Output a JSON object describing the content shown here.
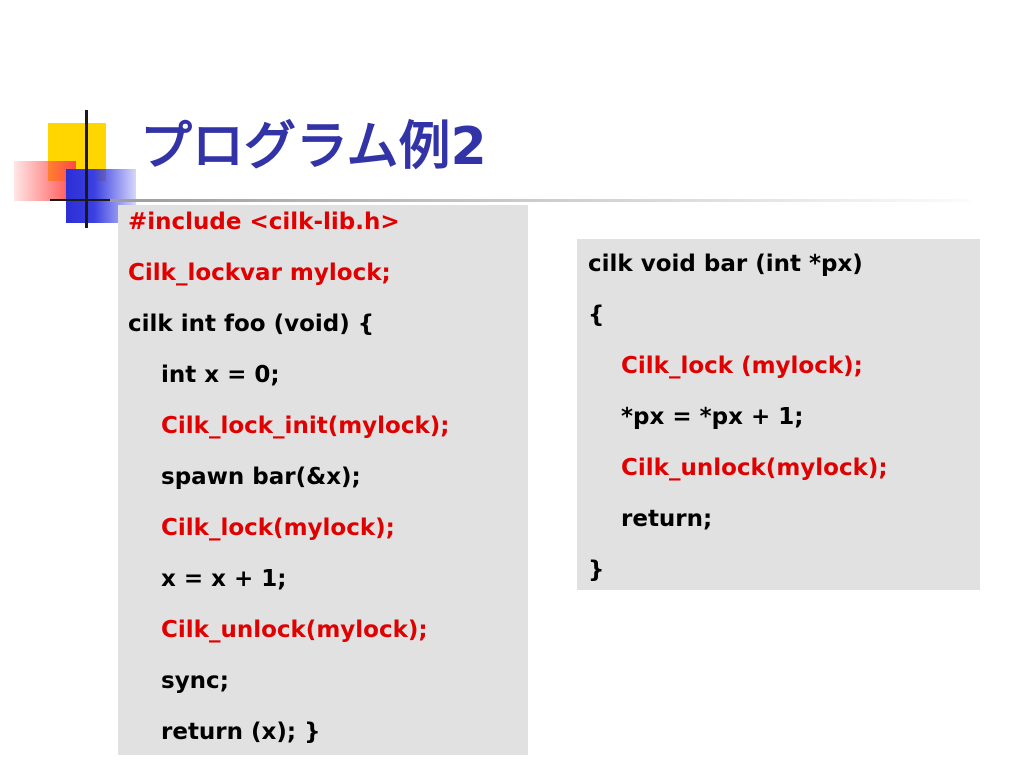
{
  "title": "プログラム例2",
  "colors": {
    "title": "#3333a8",
    "highlight": "#e00000",
    "code": "#000000",
    "code_background": "#e1e1e1",
    "deco_yellow": "#ffd600",
    "deco_red": "#ff4a4a",
    "deco_blue": "#2b2fd6"
  },
  "left_code": [
    {
      "text": "#include <cilk-lib.h>",
      "color": "red",
      "indent": 0
    },
    {
      "text": "Cilk_lockvar mylock;",
      "color": "red",
      "indent": 0
    },
    {
      "text": "cilk int foo (void) {",
      "color": "black",
      "indent": 0
    },
    {
      "text": "int x = 0;",
      "color": "black",
      "indent": 1
    },
    {
      "text": "Cilk_lock_init(mylock);",
      "color": "red",
      "indent": 1
    },
    {
      "text": "spawn bar(&x);",
      "color": "black",
      "indent": 1
    },
    {
      "text": "Cilk_lock(mylock);",
      "color": "red",
      "indent": 1
    },
    {
      "text": "x = x + 1;",
      "color": "black",
      "indent": 1
    },
    {
      "text": "Cilk_unlock(mylock);",
      "color": "red",
      "indent": 1
    },
    {
      "text": "sync;",
      "color": "black",
      "indent": 1
    },
    {
      "text": "return (x); }",
      "color": "black",
      "indent": 1
    }
  ],
  "right_code": [
    {
      "text": "cilk void bar (int *px)",
      "color": "black",
      "indent": 0
    },
    {
      "text": "{",
      "color": "black",
      "indent": 0
    },
    {
      "text": "Cilk_lock (mylock);",
      "color": "red",
      "indent": 1
    },
    {
      "text": "*px = *px + 1;",
      "color": "black",
      "indent": 1
    },
    {
      "text": "Cilk_unlock(mylock);",
      "color": "red",
      "indent": 1
    },
    {
      "text": "return;",
      "color": "black",
      "indent": 1
    },
    {
      "text": "}",
      "color": "black",
      "indent": 0
    }
  ]
}
